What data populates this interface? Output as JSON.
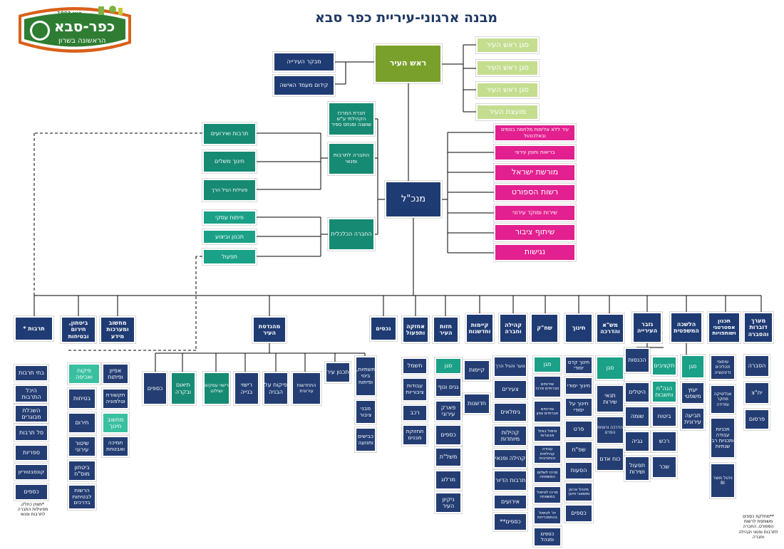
{
  "title": "מבנה ארגוני-עיריית כפר סבא",
  "logo": {
    "top": "מאז 1903",
    "name": "כפר-סבא",
    "tagline": "הראשונה בשרון"
  },
  "colors": {
    "navy": "#1f3b73",
    "teal": "#178a73",
    "light_green": "#c4dd8f",
    "olive": "#7aa02c",
    "pink": "#e3208f"
  },
  "top": {
    "mayor": "ראש העיר",
    "deputies": [
      "סגן ראש העיר",
      "סגן ראש העיר",
      "סגן ראש העיר"
    ],
    "council": "מועצת העיר",
    "comptroller": "מבקר העירייה",
    "ombudsman": "קידום מעמד האישה",
    "ceo": "מנכ\"ל"
  },
  "companies": {
    "community": "חברת המרכז הקהילתי ע\"ש שושנה ופנחס ספיר",
    "culture_co": "החברה לתרבות ופנאי",
    "economic_co": "החברה הכלכלית",
    "culture_subs": [
      "תרבות ואירועים",
      "חינוך משלים",
      "פעילות הגיל הרך"
    ],
    "economic_subs": [
      "פיתוח עסקי",
      "תכנון וביצוע",
      "תפעול"
    ]
  },
  "ceo_units": [
    "עיר ללא אלימות מלחמה בסמים ובאלכוהול",
    "בריאות וחוסן עירוני",
    "מורשת ישראל",
    "רשות הספורט",
    "שירות ומוקד עירוני",
    "שיתוף ציבור",
    "נגישות"
  ],
  "departments": {
    "culture": {
      "head": "תרבות *",
      "items": [
        "בתי תרבות",
        "היכל התרבות",
        "השכלת מבוגרים",
        "סל תרבות",
        "ספריות",
        "קונסבטוריון",
        "כספים"
      ],
      "note": "*מצוין כחלק מפעילות החברה לתרבות ופנאי"
    },
    "security": {
      "head": "ביטחון, חירום ובטיחות",
      "items": [
        "בטיחות",
        "חירום",
        "שיטור עירוני",
        "ביטחון מוס\"ח",
        "הרשות לבטיחות בדרכים"
      ]
    },
    "it": {
      "head": "מחשוב ומערכות מידע",
      "items": [
        "אפיון ופיתוח",
        "תקשורת וטלפוניה",
        "מחשוב חינוך",
        "תמיכה ואבטחת"
      ],
      "teal_item": "פיקוח ואכיפה"
    },
    "engineering": {
      "head": "מהנדסת העיר",
      "items": [
        "כספים",
        "תיאום ובקרה",
        "רישוי עסקים ושילוט",
        "רישוי בנייה",
        "פיקוח על הבניה",
        "התחדשות עירונית",
        "תכנון עיר",
        "תשתיות, בינוי ופיתוח"
      ],
      "sub_items": [
        "מבני ציבור",
        "כבישים ותנועה"
      ]
    },
    "finance_small": {
      "head": "נכסים"
    },
    "maintenance": {
      "head": "אחזקה ותפעול",
      "items": [
        "חשמל",
        "עבודות ציבוריות",
        "רכב",
        "תחזוקת מבנים"
      ]
    },
    "city_vision": {
      "head": "חזות העיר",
      "items": [
        "סגן",
        "גנים ונוף",
        "פארק עירוני",
        "כספים",
        "משל\"ת",
        "מרלוג",
        "ניקיון העיר"
      ]
    },
    "sustainability": {
      "head": "קיימות וחדשנות",
      "items": [
        "קיימות",
        "חדשנות"
      ]
    },
    "community": {
      "head": "קהילה וחברה",
      "items": [
        "נוער והגיל הרך",
        "צעירים",
        "גימלאים",
        "קהילות מיוחדות",
        "קהילה ופנאי",
        "תרבות הדיור",
        "אירועים",
        "כספים**"
      ]
    },
    "welfare": {
      "head": "שח\"ק",
      "items": [
        "סגן",
        "שירותים חברתיים מרכז",
        "שירותים חברתיים צפון",
        "טיפול באזל מבוגרות",
        "עבודה קהילתית והתנדבות",
        "מרכז לשלום המשפחה",
        "מרכז לטיפול במשפחה",
        "יח' לטיפול בהתמכרויות",
        "כספים ומנהל"
      ]
    },
    "education": {
      "head": "חינוך",
      "items": [
        "חינוך קדם יסודי",
        "חינוך יסודי",
        "חינוך על יסודי",
        "פרט",
        "שפ\"ח",
        "הסעות",
        "מינהל ארגון ומשאבי חינוך",
        "כספים"
      ]
    },
    "hr": {
      "head": "מש\"א והדרכה",
      "items": [
        "סגן",
        "תנאי שירות",
        "הדרכה ורווחת הפרט",
        "כוח אדם"
      ]
    },
    "treasurer": {
      "head": "גזבר העירייה",
      "items": [
        "הכנסות",
        "תקציבים",
        "היטלים",
        "הנה\"ח וחשבות",
        "שומה",
        "ביטוח",
        "גביה",
        "רכש",
        "תפעול ושירות",
        "שכר"
      ]
    },
    "legal": {
      "head": "הלשכה המשפטית",
      "items": [
        "סגן",
        "יעוץ משפטי",
        "תביעה עירונית"
      ]
    },
    "strategy": {
      "head": "תכנון אסטרטגי ושותפויות",
      "items": [
        "שיתופי תהליכים ודיגיטציה",
        "אנליטיקה מחקר ומדידה",
        "תכניות עבודה ותכניות רב שנתיות",
        "ניהול מוצר BI"
      ]
    },
    "spokes": {
      "head": "מערך דוברות והסברה",
      "items": [
        "הסברה",
        "יח\"צ",
        "פרסום"
      ]
    }
  },
  "footnote": "**מחלקת כספים משותפת לרשות הספורט, החברה לתרבות ופנאי וקהילה וחברה"
}
